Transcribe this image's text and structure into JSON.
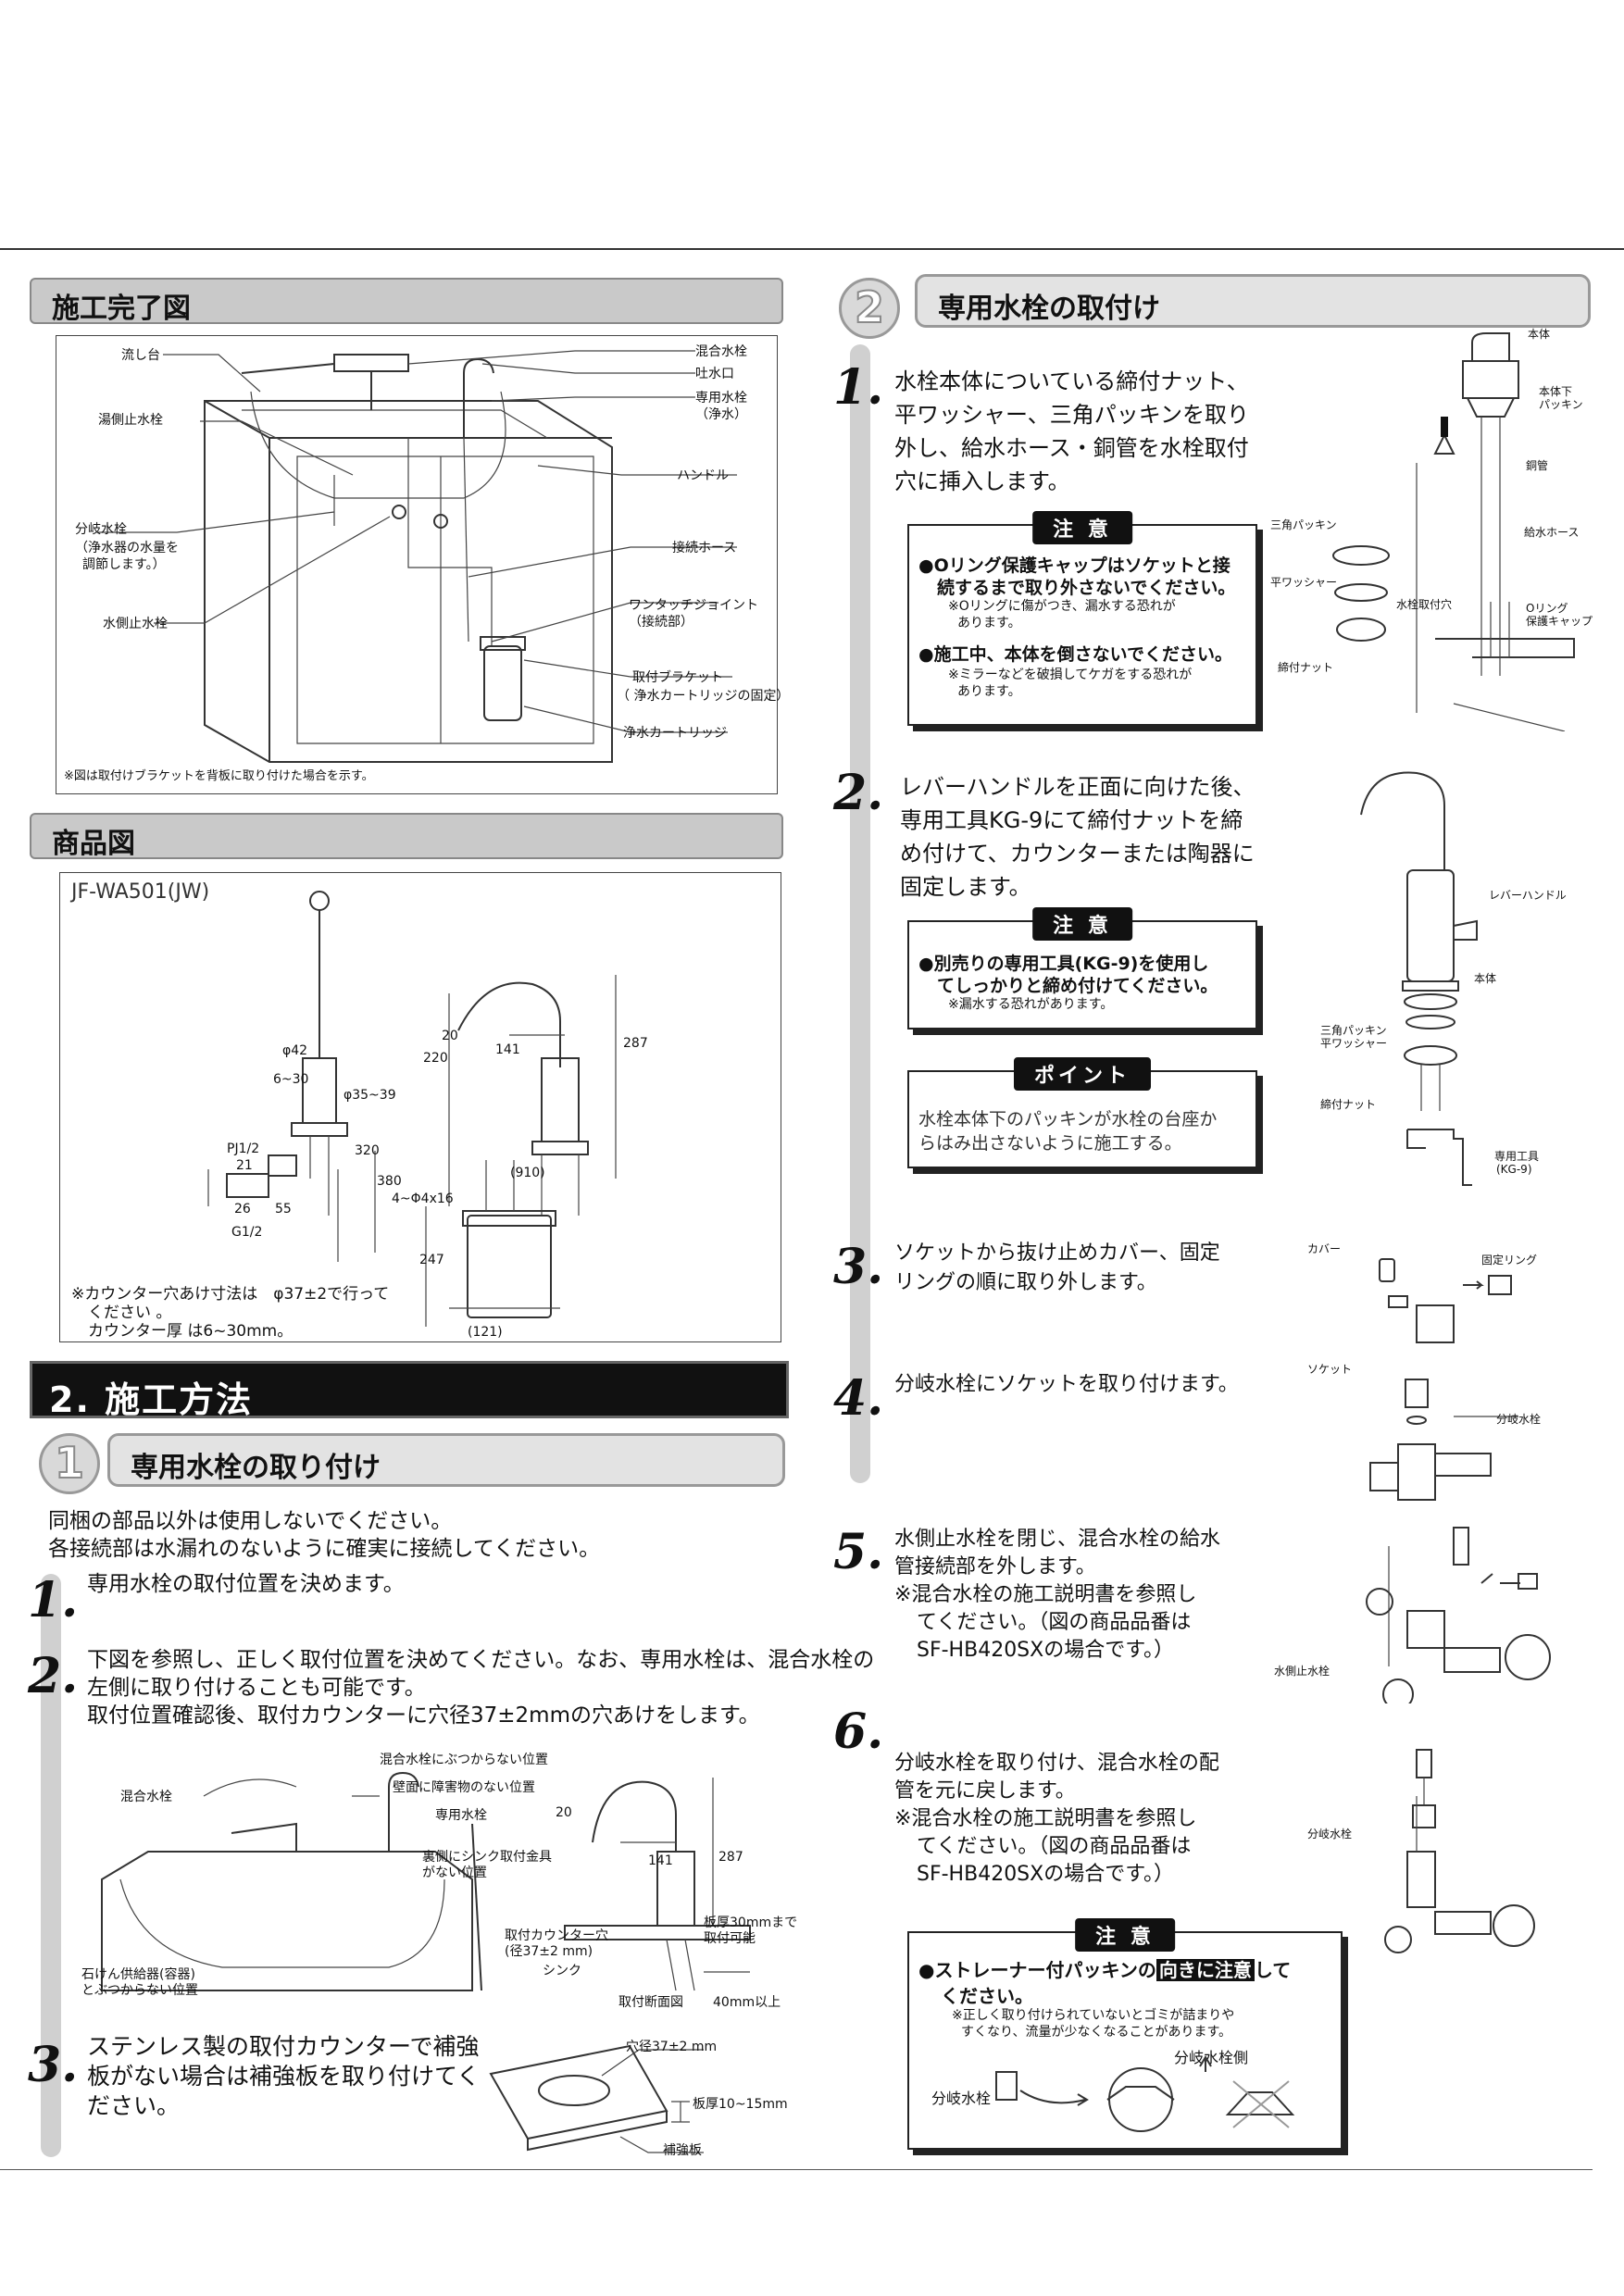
{
  "sections": {
    "completion": {
      "title": "施工完了図"
    },
    "product": {
      "title": "商品図"
    },
    "method": {
      "title": "2. 施工方法"
    },
    "step1": {
      "num": "1",
      "title": "専用水栓の取り付け"
    },
    "step2": {
      "num": "2",
      "title": "専用水栓の取付け"
    }
  },
  "completion_labels": {
    "nagashidai": "流し台",
    "konkou": "混合水栓",
    "tosuikou": "吐水口",
    "senyou": "専用水栓",
    "senyou2": "（浄水）",
    "yugawa": "湯側止水栓",
    "handle": "ハンドル",
    "bunki": "分岐水栓",
    "bunki_note1": "（浄水器の水量を",
    "bunki_note2": "調節します。）",
    "setsuzoku": "接続ホース",
    "onetouch": "ワンタッチジョイント",
    "onetouch2": "（接続部）",
    "mizugawa": "水側止水栓",
    "bracket": "取付ブラケット",
    "bracket2": "（ 浄水カートリッジの固定）",
    "cartridge": "浄水カートリッジ",
    "footnote": "※図は取付けブラケットを背板に取り付けた場合を示す。"
  },
  "product_labels": {
    "model": "JF-WA501(JW)",
    "d42": "φ42",
    "r630": "6~30",
    "d3539": "φ35~39",
    "pj": "PJ1/2",
    "n21": "21",
    "n26": "26",
    "n55": "55",
    "g12": "G1/2",
    "n320": "320",
    "n380": "380",
    "n4x16": "4~Φ4x16",
    "n20": "20",
    "n141": "141",
    "n220": "220",
    "n287": "287",
    "n910": "(910)",
    "n247": "247",
    "n121": "(121)",
    "note1": "※カウンター穴あけ寸法は　φ37±2で行って",
    "note2": "ください 。",
    "note3": "カウンター厚 は6~30mm。"
  },
  "left_steps": {
    "intro1": "同梱の部品以外は使用しないでください。",
    "intro2": "各接続部は水漏れのないように確実に接続してください。",
    "s1": "専用水栓の取付位置を決めます。",
    "s2a": "下図を参照し、正しく取付位置を決めてください。なお、専用水栓は、混合水栓の",
    "s2b": "左側に取り付けることも可能です。",
    "s2c": "取付位置確認後、取付カウンターに穴径37±2mmの穴あけをします。",
    "s3a": "ステンレス製の取付カウンターで補強",
    "s3b": "板がない場合は補強板を取り付けてく",
    "s3c": "ださい。"
  },
  "position_labels": {
    "l1": "混合水栓にぶつからない位置",
    "l2": "壁面に障害物のない位置",
    "l3": "専用水栓",
    "l4": "混合水栓",
    "l5": "裏側にシンク取付金具",
    "l5b": "がない位置",
    "l6": "石けん供給器(容器)",
    "l6b": "とぶつからない位置",
    "l7": "取付カウンター穴",
    "l7b": "(径37±2 mm)",
    "l8": "シンク",
    "l9": "取付断面図",
    "l10": "板厚30mmまで",
    "l10b": "取付可能",
    "l11": "40mm以上",
    "l12": "141",
    "l13": "287",
    "l14": "20",
    "l15": "穴径37±2 mm",
    "l16": "板厚10~15mm",
    "l17": "補強板"
  },
  "right_steps": {
    "s1a": "水栓本体についている締付ナット、",
    "s1b": "平ワッシャー、三角パッキンを取り",
    "s1c": "外し、給水ホース・銅管を水栓取付",
    "s1d": "穴に挿入します。",
    "s2a": "レバーハンドルを正面に向けた後、",
    "s2b": "専用工具KG-9にて締付ナットを締",
    "s2c": "め付けて、カウンターまたは陶器に",
    "s2d": "固定します。",
    "s3a": "ソケットから抜け止めカバー、固定",
    "s3b": "リングの順に取り外します。",
    "s4": "分岐水栓にソケットを取り付けます。",
    "s5a": "水側止水栓を閉じ、混合水栓の給水",
    "s5b": "管接続部を外します。",
    "s5c": "※混合水栓の施工説明書を参照し",
    "s5d": "てください。（図の商品品番は",
    "s5e": "SF-HB420SXの場合です。）",
    "s6a": "分岐水栓を取り付け、混合水栓の配",
    "s6b": "管を元に戻します。",
    "s6c": "※混合水栓の施工説明書を参照し",
    "s6d": "てください。（図の商品品番は",
    "s6e": "SF-HB420SXの場合です。）"
  },
  "notes": {
    "head": "注 意",
    "n1a": "●Oリング保護キャップはソケットと接",
    "n1b": "続するまで取り外さないでください。",
    "n1c": "※Oリングに傷がつき、漏水する恐れが",
    "n1d": "あります。",
    "n1e": "●施工中、本体を倒さないでください。",
    "n1f": "※ミラーなどを破損してケガをする恐れが",
    "n1g": "あります。",
    "n2a": "●別売りの専用工具(KG-9)を使用し",
    "n2b": "てしっかりと締め付けてください。",
    "n2c": "※漏水する恐れがあります。",
    "point_head": "ポイント",
    "p1": "水栓本体下のパッキンが水栓の台座か",
    "p2": "らはみ出さないように施工する。",
    "n3a": "●ストレーナー付パッキンの",
    "n3hl": "向きに注意",
    "n3b": "して",
    "n3c": "ください。",
    "n3d": "※正しく取り付けられていないとゴミが詰まりや",
    "n3e": "すくなり、流量が少なくなることがあります。",
    "n3f": "分岐水栓側",
    "n3g": "分岐水栓"
  },
  "right_labels": {
    "hontai": "本体",
    "hontaishita": "本体下",
    "packing": "パッキン",
    "dokan": "銅管",
    "kyusui": "給水ホース",
    "sankaku": "三角パッキン",
    "hirawasher": "平ワッシャー",
    "suisen_ana": "水栓取付穴",
    "oring": "Oリング",
    "hogo": "保護キャップ",
    "shimetsuke": "締付ナット",
    "lever": "レバーハンドル",
    "hontai2": "本体",
    "sankaku2": "三角パッキン",
    "hirawasher2": "平ワッシャー",
    "shimetsuke2": "締付ナット",
    "tool": "専用工具",
    "tool2": "(KG-9)",
    "cover": "カバー",
    "ring": "固定リング",
    "socket": "ソケット",
    "bunki": "分岐水栓",
    "mizugawa": "水側止水栓",
    "bunki2": "分岐水栓"
  },
  "colors": {
    "accent": "#111111",
    "bar": "#c9c9c9"
  }
}
